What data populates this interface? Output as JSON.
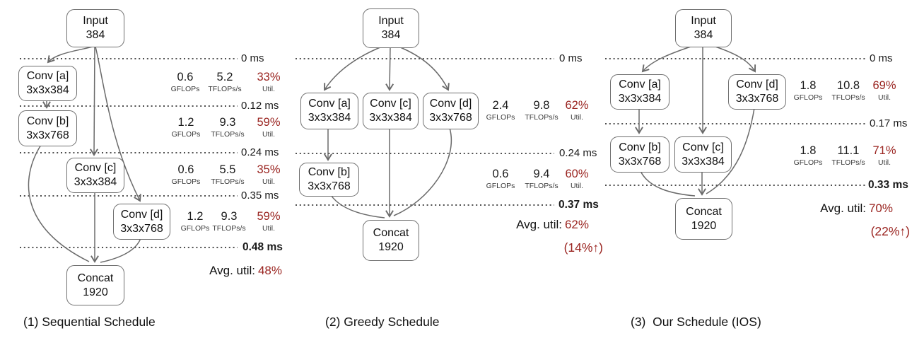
{
  "colors": {
    "accent_red": "#9a2420",
    "edge_gray": "#6a6a6a",
    "dotted_gray": "#4e4e4e",
    "box_border": "#6f6f6f"
  },
  "stat_labels": {
    "flops": "GFLOPs",
    "throughput": "TFLOPs/s",
    "util": "Util."
  },
  "panels": [
    {
      "caption": "(1) Sequential Schedule",
      "nodes": {
        "input": {
          "line1": "Input",
          "line2": "384"
        },
        "conv_a": {
          "line1": "Conv [a]",
          "line2": "3x3x384"
        },
        "conv_b": {
          "line1": "Conv [b]",
          "line2": "3x3x768"
        },
        "conv_c": {
          "line1": "Conv [c]",
          "line2": "3x3x384"
        },
        "conv_d": {
          "line1": "Conv [d]",
          "line2": "3x3x768"
        },
        "concat": {
          "line1": "Concat",
          "line2": "1920"
        }
      },
      "timestamps": [
        "0 ms",
        "0.12 ms",
        "0.24 ms",
        "0.35 ms",
        "0.48 ms"
      ],
      "stages": [
        {
          "gflops": "0.6",
          "tflops": "5.2",
          "util": "33%"
        },
        {
          "gflops": "1.2",
          "tflops": "9.3",
          "util": "59%"
        },
        {
          "gflops": "0.6",
          "tflops": "5.5",
          "util": "35%"
        },
        {
          "gflops": "1.2",
          "tflops": "9.3",
          "util": "59%"
        }
      ],
      "avg_util": {
        "label": "Avg. util:",
        "value": "48%"
      }
    },
    {
      "caption": "(2) Greedy Schedule",
      "nodes": {
        "input": {
          "line1": "Input",
          "line2": "384"
        },
        "conv_a": {
          "line1": "Conv [a]",
          "line2": "3x3x384"
        },
        "conv_c": {
          "line1": "Conv [c]",
          "line2": "3x3x384"
        },
        "conv_d": {
          "line1": "Conv [d]",
          "line2": "3x3x768"
        },
        "conv_b": {
          "line1": "Conv [b]",
          "line2": "3x3x768"
        },
        "concat": {
          "line1": "Concat",
          "line2": "1920"
        }
      },
      "timestamps": [
        "0 ms",
        "0.24 ms",
        "0.37 ms"
      ],
      "stages": [
        {
          "gflops": "2.4",
          "tflops": "9.8",
          "util": "62%"
        },
        {
          "gflops": "0.6",
          "tflops": "9.4",
          "util": "60%"
        }
      ],
      "avg_util": {
        "label": "Avg. util:",
        "value": "62%"
      },
      "improvement": "(14%↑)"
    },
    {
      "caption": "(3)  Our Schedule (IOS)",
      "nodes": {
        "input": {
          "line1": "Input",
          "line2": "384"
        },
        "conv_a": {
          "line1": "Conv [a]",
          "line2": "3x3x384"
        },
        "conv_d": {
          "line1": "Conv [d]",
          "line2": "3x3x768"
        },
        "conv_b": {
          "line1": "Conv [b]",
          "line2": "3x3x768"
        },
        "conv_c": {
          "line1": "Conv [c]",
          "line2": "3x3x384"
        },
        "concat": {
          "line1": "Concat",
          "line2": "1920"
        }
      },
      "timestamps": [
        "0 ms",
        "0.17 ms",
        "0.33 ms"
      ],
      "stages": [
        {
          "gflops": "1.8",
          "tflops": "10.8",
          "util": "69%"
        },
        {
          "gflops": "1.8",
          "tflops": "11.1",
          "util": "71%"
        }
      ],
      "avg_util": {
        "label": "Avg. util:",
        "value": "70%"
      },
      "improvement": "(22%↑)"
    }
  ]
}
